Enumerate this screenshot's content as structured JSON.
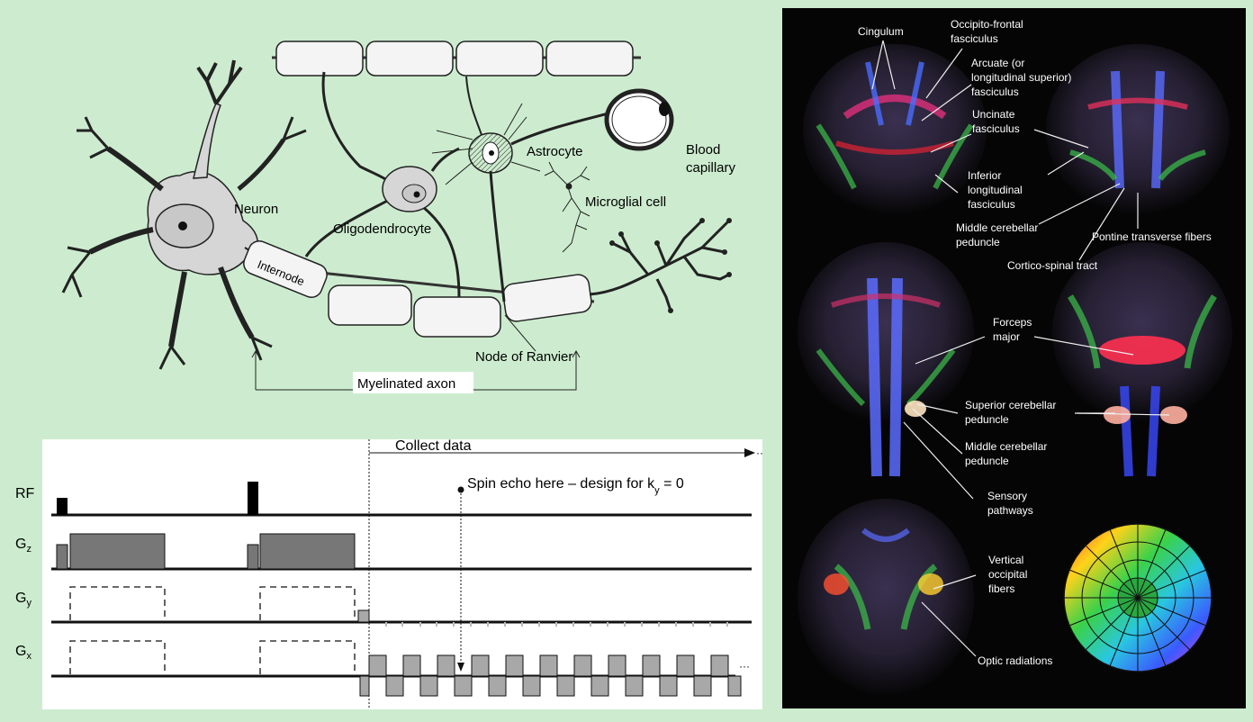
{
  "neuron": {
    "labels": {
      "neuron": "Neuron",
      "oligodendrocyte": "Oligodendrocyte",
      "astrocyte": "Astrocyte",
      "blood_capillary_1": "Blood",
      "blood_capillary_2": "capillary",
      "microglial": "Microglial cell",
      "internode": "Internode",
      "node_of_ranvier": "Node of Ranvier",
      "myelinated_axon": "Myelinated axon"
    }
  },
  "pulse": {
    "collect_data": "Collect data",
    "spin_echo": "Spin echo here – design for k",
    "spin_echo_sub": "y",
    "spin_echo_tail": " = 0",
    "rows": {
      "rf": "RF",
      "gz": "G",
      "gz_sub": "z",
      "gy": "G",
      "gy_sub": "y",
      "gx": "G",
      "gx_sub": "x"
    },
    "ellipsis": "···"
  },
  "brain": {
    "labels": {
      "cingulum": "Cingulum",
      "occipito_1": "Occipito-frontal",
      "occipito_2": "fasciculus",
      "arcuate_1": "Arcuate (or",
      "arcuate_2": "longitudinal superior)",
      "arcuate_3": "fasciculus",
      "uncinate_1": "Uncinate",
      "uncinate_2": "fasciculus",
      "inferior_1": "Inferior",
      "inferior_2": "longitudinal",
      "inferior_3": "fasciculus",
      "mcp1_1": "Middle cerebellar",
      "mcp1_2": "peduncle",
      "pontine": "Pontine transverse fibers",
      "cst": "Cortico-spinal tract",
      "forceps_1": "Forceps",
      "forceps_2": "major",
      "scp_1": "Superior cerebellar",
      "scp_2": "peduncle",
      "mcp2_1": "Middle cerebellar",
      "mcp2_2": "peduncle",
      "sensory_1": "Sensory",
      "sensory_2": "pathways",
      "vertical_1": "Vertical",
      "vertical_2": "occipital",
      "vertical_3": "fibers",
      "optic": "Optic radiations"
    }
  },
  "colors": {
    "background": "#cdeccf",
    "cell_fill": "#d6d6d6",
    "myelin_fill": "#f4f4f4",
    "pulse_fill": "#a8a8a8",
    "rf_fill": "#000000",
    "brain_bg": "#050505"
  }
}
